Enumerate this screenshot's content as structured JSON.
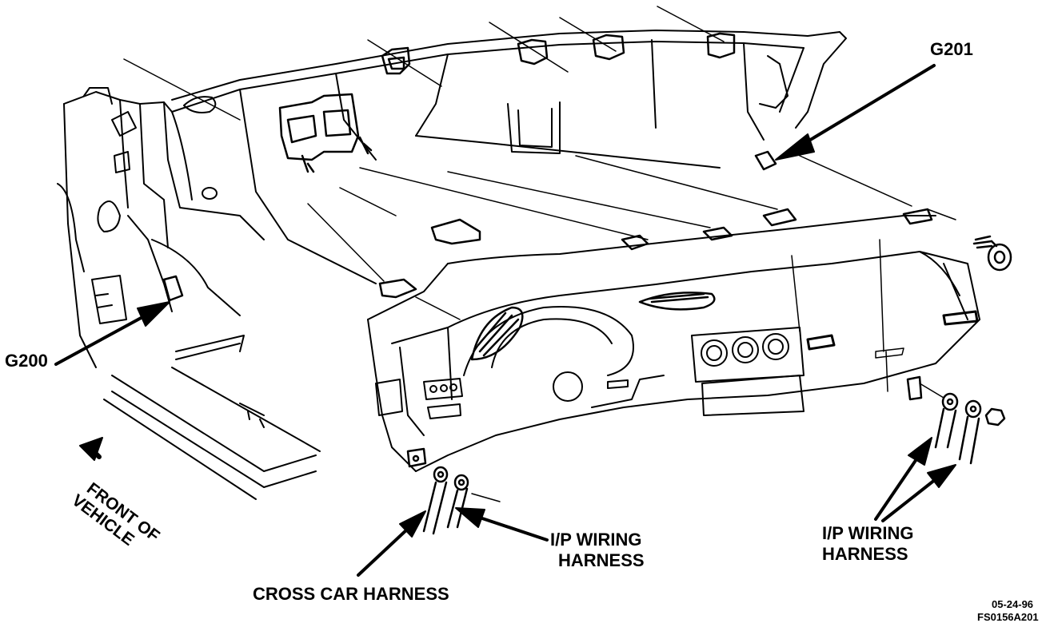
{
  "labels": {
    "g201": "G201",
    "g200": "G200",
    "front_line1": "FRONT OF",
    "front_line2": "VEHICLE",
    "ip_left_line1": "I/P WIRING",
    "ip_left_line2": "HARNESS",
    "ip_right_line1": "I/P WIRING",
    "ip_right_line2": "HARNESS",
    "cross_car": "CROSS CAR HARNESS",
    "date_code": "05-24-96",
    "figure_code": "FS0156A201"
  },
  "colors": {
    "ink": "#000000",
    "paper": "#ffffff"
  }
}
